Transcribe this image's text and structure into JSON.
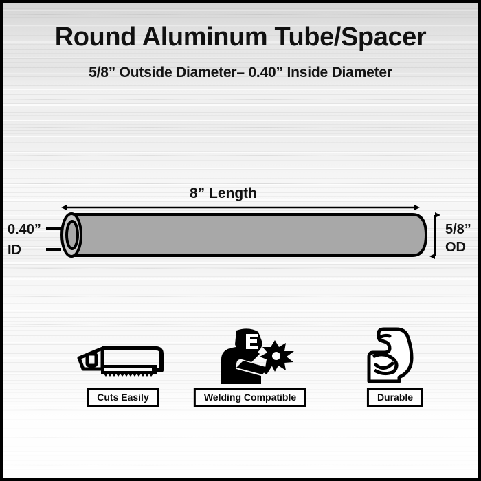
{
  "product": {
    "title": "Round Aluminum Tube/Spacer",
    "subtitle": "5/8” Outside Diameter– 0.40” Inside Diameter"
  },
  "diagram": {
    "length_label": "8” Length",
    "outside_diameter_value": "5/8”",
    "outside_diameter_unit": "OD",
    "inside_diameter_value": "0.40”",
    "inside_diameter_unit": "ID",
    "tube_body_color": "#a8a8a8",
    "tube_end_face_color": "#c8c8c8",
    "tube_bore_color": "#a8a8a8",
    "outline_color": "#000000"
  },
  "features": [
    {
      "icon": "hacksaw-icon",
      "label": "Cuts Easily"
    },
    {
      "icon": "welder-icon",
      "label": "Welding Compatible"
    },
    {
      "icon": "bicep-icon",
      "label": "Durable"
    }
  ],
  "theme": {
    "frame_color": "#000000",
    "background": "brushed-aluminum",
    "text_color": "#111111"
  }
}
